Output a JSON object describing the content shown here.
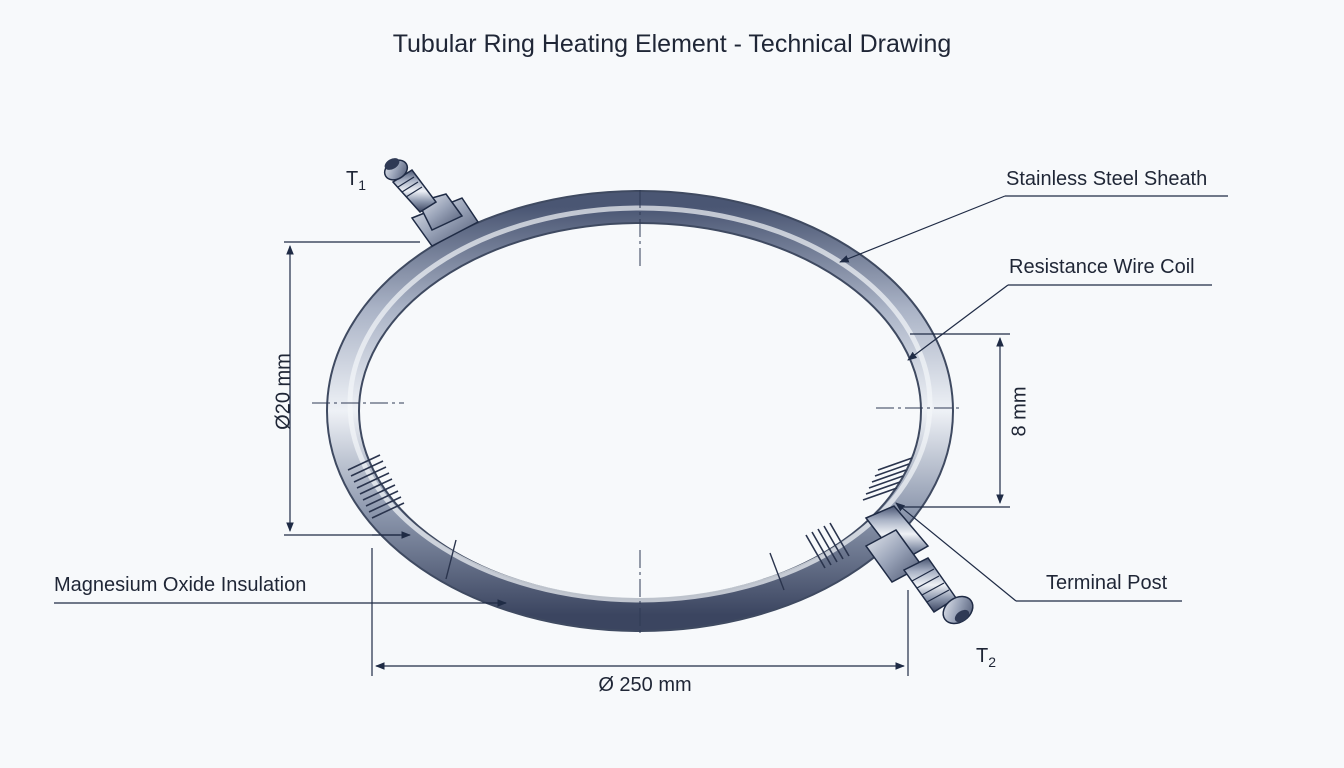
{
  "title": "Tubular Ring Heating Element - Technical Drawing",
  "labels": {
    "sheath": "Stainless Steel Sheath",
    "coil": "Resistance Wire Coil",
    "insulation": "Magnesium Oxide Insulation",
    "terminal_post": "Terminal Post",
    "terminal_1": "T",
    "terminal_1_sub": "1",
    "terminal_2": "T",
    "terminal_2_sub": "2"
  },
  "dimensions": {
    "tube_diameter": "Ø20 mm",
    "ring_diameter": "Ø 250 mm",
    "coil_pitch": "8 mm"
  },
  "colors": {
    "background": "#f7f9fb",
    "line": "#1f2b45",
    "metal_dark": "#4a5673",
    "metal_light": "#eef1f6"
  }
}
